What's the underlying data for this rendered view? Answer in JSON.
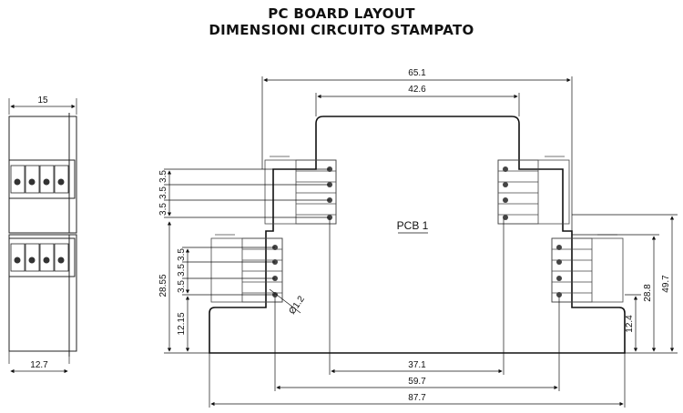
{
  "title": {
    "line1": "PC BOARD LAYOUT",
    "line2": "DIMENSIONI CIRCUITO STAMPATO"
  },
  "side_view": {
    "top_width": "15",
    "bottom_width": "12.7"
  },
  "board": {
    "label": "PCB 1",
    "dims": {
      "overall_top": "65.1",
      "inner_top": "42.6",
      "bottom_inner": "37.1",
      "bottom_mid": "59.7",
      "bottom_overall": "87.7",
      "right_height": "49.7",
      "right_mid": "28.8",
      "right_low": "12.4",
      "left_pitch_1": "3.5",
      "left_pitch_2": "3.5",
      "left_pitch_3": "3.5",
      "left_pitch_4": "3.5",
      "left_pitch_5": "3.5",
      "left_pitch_6": "3.5",
      "left_height": "28.55",
      "left_low": "12.15",
      "hole_dia": "Ø1.2"
    }
  }
}
